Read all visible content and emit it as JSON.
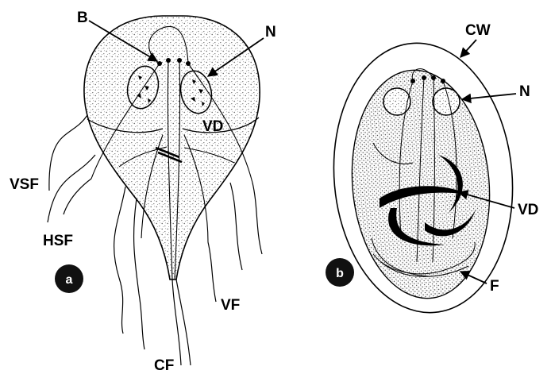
{
  "figure": {
    "panel_a": {
      "badge": "a",
      "labels": {
        "b": "B",
        "n": "N",
        "vd": "VD",
        "vsf": "VSF",
        "hsf": "HSF",
        "vf": "VF",
        "cf": "CF"
      }
    },
    "panel_b": {
      "badge": "b",
      "labels": {
        "cw": "CW",
        "n": "N",
        "vd": "VD",
        "f": "F"
      }
    }
  },
  "colors": {
    "ink": "#000000",
    "paper": "#ffffff",
    "badge_fill": "#111111"
  }
}
